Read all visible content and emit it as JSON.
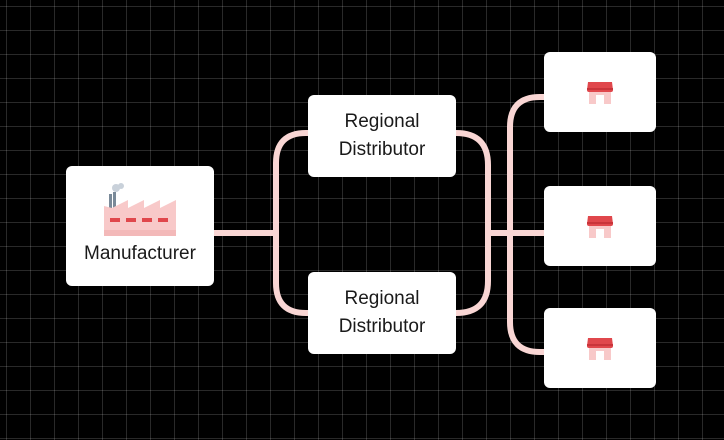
{
  "diagram": {
    "manufacturer": {
      "label": "Manufacturer",
      "icon": "factory-icon"
    },
    "distributors": [
      {
        "label": "Regional Distributor"
      },
      {
        "label": "Regional Distributor"
      }
    ],
    "stores": [
      {
        "icon": "storefront-icon"
      },
      {
        "icon": "storefront-icon"
      },
      {
        "icon": "storefront-icon"
      }
    ],
    "colors": {
      "background": "#000000",
      "connector": "#f9d6d4",
      "accent": "#e0474c",
      "accent_light": "#f8c9c9",
      "card": "#ffffff"
    }
  }
}
